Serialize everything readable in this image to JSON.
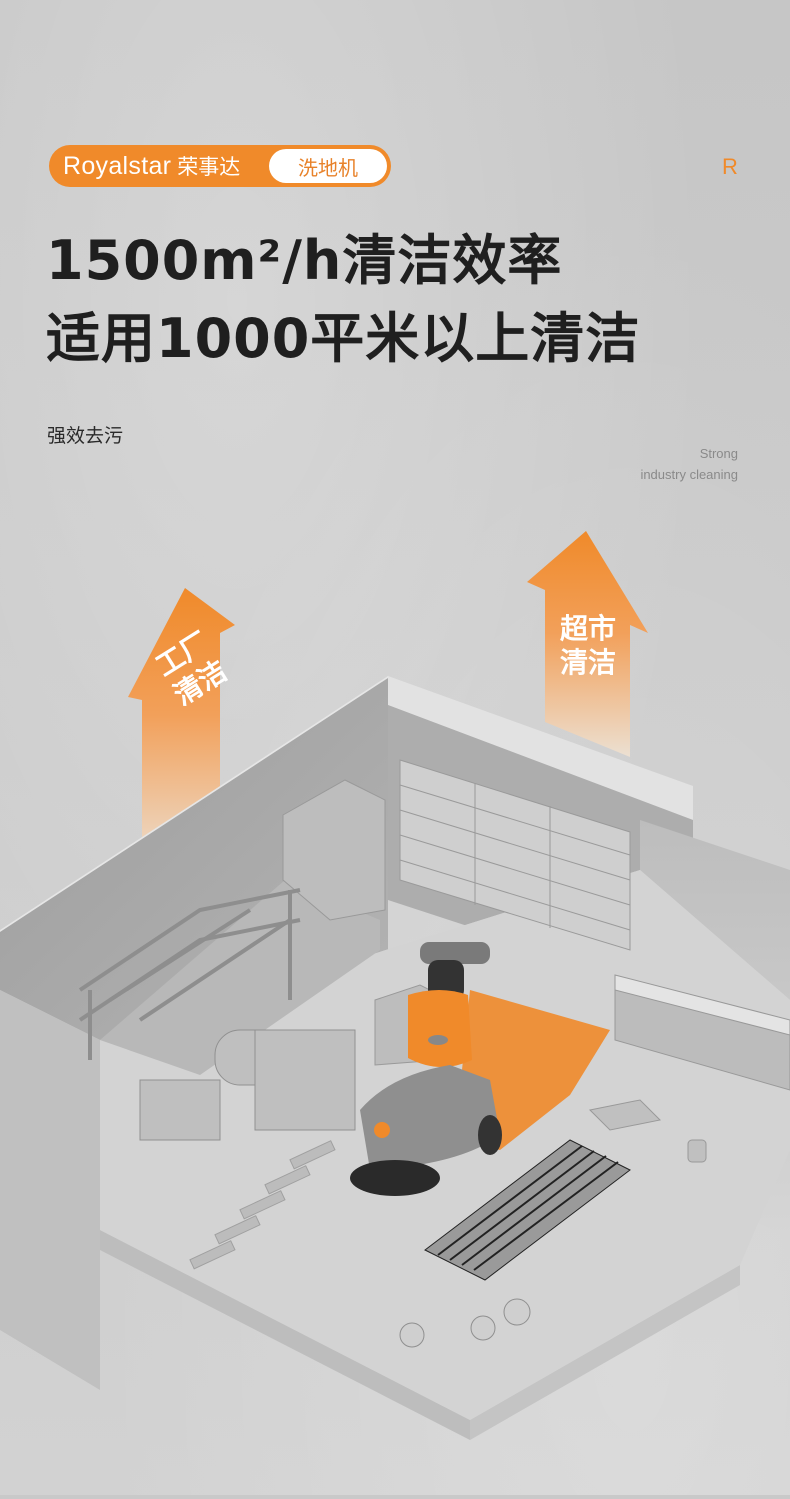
{
  "header": {
    "brand_en": "Royalstar",
    "brand_cn": "荣事达",
    "product_category": "洗地机",
    "corner_logo": "R",
    "accent_color": "#f08a2a"
  },
  "headline": {
    "line1": "1500m²/h清洁效率",
    "line2": "适用1000平米以上清洁"
  },
  "subtitle": "强效去污",
  "english_tag": {
    "line1": "Strong",
    "line2": "industry cleaning"
  },
  "scene": {
    "left_arrow_label": {
      "line1": "工厂",
      "line2": "清洁"
    },
    "right_arrow_label": {
      "line1": "超市",
      "line2": "清洁"
    },
    "highlight_color": "#f08a2a"
  }
}
